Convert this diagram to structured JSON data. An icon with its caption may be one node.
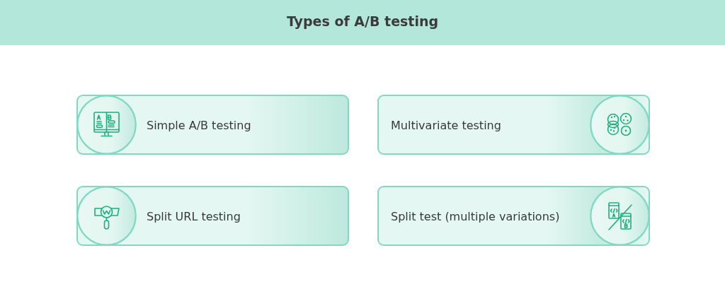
{
  "diagram": {
    "title": "Types of A/B testing",
    "nodes": [
      {
        "text": [
          "Simple A/B testing"
        ]
      },
      {
        "text": [
          "Multivariate testing"
        ]
      },
      {
        "text": [
          "Split URL testing"
        ]
      },
      {
        "text": [
          "Split test (multiple variations)"
        ]
      }
    ]
  }
}
